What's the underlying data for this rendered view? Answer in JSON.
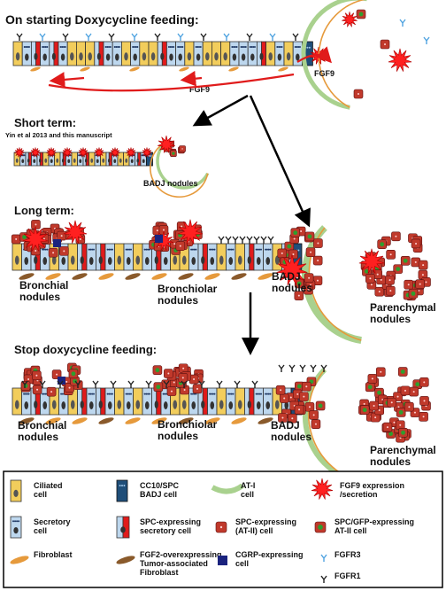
{
  "colors": {
    "ciliated": "#f2cd5c",
    "secretory": "#bdd7ee",
    "spc_red": "#e01b1b",
    "badj": "#1f4e79",
    "at1": "#a9d18e",
    "fibro": "#e69a3c",
    "tumor_fibro": "#8a5a2b",
    "fgf9": "#ff2020",
    "at2": "#c0392b",
    "gfp": "#2e9e2e",
    "cgrp": "#1a237e",
    "fgfr3": "#4fa3e0",
    "fgfr1": "#222222",
    "arrow_red": "#e01b1b"
  },
  "panels": {
    "start": {
      "title": "On starting  Doxycycline feeding:",
      "fgf9_a": "FGF9",
      "fgf9_b": "FGF9"
    },
    "short": {
      "title": "Short term:",
      "subtitle": "Yin et al 2013 and this manuscript",
      "badj_label": "BADJ\nnodules"
    },
    "long": {
      "title": "Long term:",
      "labels": [
        "Bronchial\nnodules",
        "Bronchiolar\nnodules",
        "BADJ\nnodules",
        "Parenchymal\nnodules"
      ]
    },
    "stop": {
      "title": "Stop doxycycline feeding:",
      "labels": [
        "Bronchial\nnodules",
        "Bronchiolar\nnodules",
        "BADJ\nnodules",
        "Parenchymal\nnodules"
      ]
    }
  },
  "legend": {
    "items": [
      {
        "key": "ciliated",
        "text": "Ciliated\ncell"
      },
      {
        "key": "badj",
        "text": "CC10/SPC\nBADJ cell"
      },
      {
        "key": "at1",
        "text": "AT-I\ncell"
      },
      {
        "key": "fgf9",
        "text": "FGF9 expression\n/secretion"
      },
      {
        "key": "secretory",
        "text": "Secretory\ncell"
      },
      {
        "key": "spc_secretory",
        "text": "SPC-expressing\nsecretory cell"
      },
      {
        "key": "at2",
        "text": "SPC-expressing\n(AT-II) cell"
      },
      {
        "key": "gfp",
        "text": "SPC/GFP-expressing\nAT-II cell"
      },
      {
        "key": "fibroblast",
        "text": "Fibroblast"
      },
      {
        "key": "tumor_fibro",
        "text": "FGF2-overexpressing\nTumor-associated\nFibroblast"
      },
      {
        "key": "cgrp",
        "text": "CGRP-expressing\ncell"
      },
      {
        "key": "fgfr3",
        "text": "FGFR3"
      },
      {
        "key": "fgfr1",
        "text": "FGFR1"
      }
    ]
  }
}
